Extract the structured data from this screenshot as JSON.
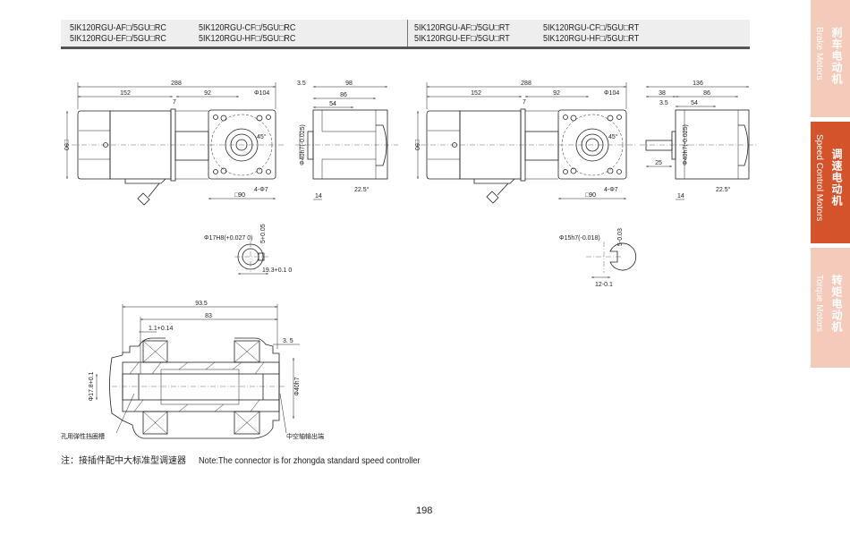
{
  "header": {
    "rc_models": [
      "5IK120RGU-AF□/5GU□RC",
      "5IK120RGU-CF□/5GU□RC",
      "5IK120RGU-EF□/5GU□RC",
      "5IK120RGU-HF□/5GU□RC"
    ],
    "rt_models": [
      "5IK120RGU-AF□/5GU□RT",
      "5IK120RGU-CF□/5GU□RT",
      "5IK120RGU-EF□/5GU□RT",
      "5IK120RGU-HF□/5GU□RT"
    ]
  },
  "sidebar": {
    "tabs": [
      {
        "zh": "刹车电动机",
        "en": "Brake Motors",
        "active": false
      },
      {
        "zh": "调速电动机",
        "en": "Speed Control Motors",
        "active": true
      },
      {
        "zh": "转矩电动机",
        "en": "Torque Motors",
        "active": false
      }
    ],
    "colors": {
      "active": "#d4532b",
      "inactive": "#f4cbbb"
    }
  },
  "drawing_rc": {
    "overall": "288",
    "motor": "152",
    "gear": "92",
    "gap": "7",
    "pcd": "Φ104",
    "angle": "45°",
    "square": "□90",
    "square_side": "□90",
    "holes": "4-Φ7",
    "side_offset": "3.5",
    "side_total": "98",
    "side_86": "86",
    "side_54": "54",
    "side_pilot": "Φ40h7(-0.025)",
    "side_14": "14",
    "side_angle": "22.5°",
    "bore": "Φ17H8(+0.027 0)",
    "key_width": "5+0.05",
    "key_depth": "19.3+0.1 0"
  },
  "drawing_rt": {
    "overall": "288",
    "motor": "152",
    "gear": "92",
    "gap": "7",
    "pcd": "Φ104",
    "angle": "45°",
    "square": "□90",
    "square_side": "□90",
    "holes": "4-Φ7",
    "side_total": "136",
    "side_38": "38",
    "side_86": "86",
    "side_offset": "3.5",
    "side_54": "54",
    "shaft_len": "25",
    "side_pilot": "Φ40h7(-0.025)",
    "side_14": "14",
    "side_angle": "22.5°",
    "shaft": "Φ15h7(-0.018)",
    "key_width": "5-0.03",
    "key_depth": "12-0.1"
  },
  "hollow_section": {
    "overall": "93.5",
    "inner": "83",
    "groove": "1.1+0.14",
    "flange": "3. 5",
    "outer_dia": "Φ40h7",
    "bore_dia": "Φ17.8+0.1",
    "label_groove": "孔用弹性挡圈槽",
    "label_output": "中空轴输出端"
  },
  "note": {
    "zh": "注：接插件配中大标准型调速器",
    "en": "Note:The connector is for zhongda standard speed controller"
  },
  "page_number": "198"
}
